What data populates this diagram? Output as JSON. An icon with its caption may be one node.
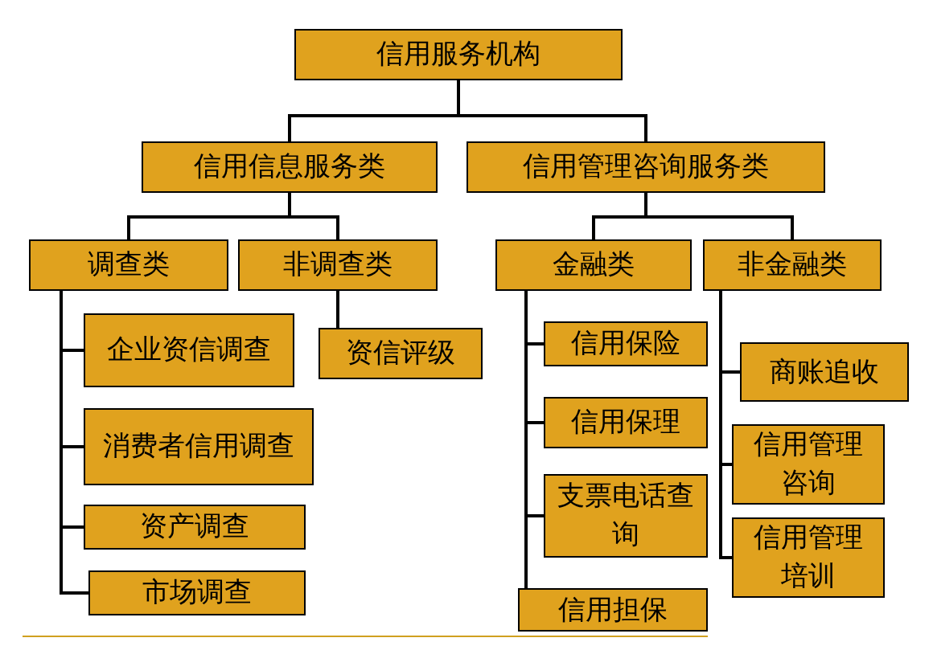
{
  "diagram": {
    "nodes": [
      {
        "text": [
          "信用服务机构"
        ]
      },
      {
        "text": [
          "信用信息服务类"
        ]
      },
      {
        "text": [
          "信用管理咨询服务类"
        ]
      },
      {
        "text": [
          "调查类"
        ]
      },
      {
        "text": [
          "非调查类"
        ]
      },
      {
        "text": [
          "金融类"
        ]
      },
      {
        "text": [
          "非金融类"
        ]
      },
      {
        "text": [
          "企业资信调查"
        ]
      },
      {
        "text": [
          "消费者信用调查"
        ]
      },
      {
        "text": [
          "资产调查"
        ]
      },
      {
        "text": [
          "市场调查"
        ]
      },
      {
        "text": [
          "资信评级"
        ]
      },
      {
        "text": [
          "信用保险"
        ]
      },
      {
        "text": [
          "信用保理"
        ]
      },
      {
        "text": [
          "支票电话查询"
        ]
      },
      {
        "text": [
          "信用担保"
        ]
      },
      {
        "text": [
          "商账追收"
        ]
      },
      {
        "text": [
          "信用管理咨询"
        ]
      },
      {
        "text": [
          "信用管理培训"
        ]
      }
    ],
    "edges": [
      {
        "from": 0,
        "to": 1,
        "arrow": "none"
      },
      {
        "from": 0,
        "to": 2,
        "arrow": "none"
      },
      {
        "from": 1,
        "to": 3,
        "arrow": "none"
      },
      {
        "from": 1,
        "to": 4,
        "arrow": "none"
      },
      {
        "from": 2,
        "to": 5,
        "arrow": "none"
      },
      {
        "from": 2,
        "to": 6,
        "arrow": "none"
      },
      {
        "from": 3,
        "to": 7,
        "arrow": "none"
      },
      {
        "from": 3,
        "to": 8,
        "arrow": "none"
      },
      {
        "from": 3,
        "to": 9,
        "arrow": "none"
      },
      {
        "from": 3,
        "to": 10,
        "arrow": "none"
      },
      {
        "from": 4,
        "to": 11,
        "arrow": "none"
      },
      {
        "from": 5,
        "to": 12,
        "arrow": "none"
      },
      {
        "from": 5,
        "to": 13,
        "arrow": "none"
      },
      {
        "from": 5,
        "to": 14,
        "arrow": "none"
      },
      {
        "from": 5,
        "to": 15,
        "arrow": "none"
      },
      {
        "from": 6,
        "to": 16,
        "arrow": "none"
      },
      {
        "from": 6,
        "to": 17,
        "arrow": "none"
      },
      {
        "from": 6,
        "to": 18,
        "arrow": "none"
      }
    ]
  }
}
